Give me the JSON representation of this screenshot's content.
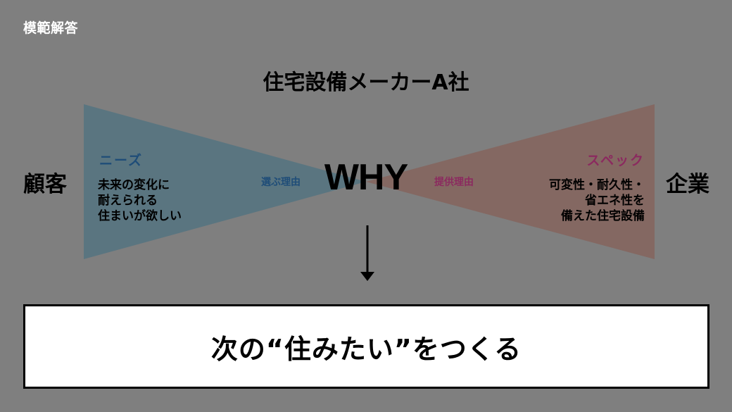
{
  "corner_label": "模範解答",
  "title": "住宅設備メーカーA社",
  "left_party": "顧客",
  "right_party": "企業",
  "center": {
    "label": "WHY",
    "arrow": "arrow-down-icon"
  },
  "needs": {
    "heading": "ニーズ",
    "lines": [
      "未来の変化に",
      "耐えられる",
      "住まいが欲しい"
    ],
    "reason_label": "選ぶ理由"
  },
  "spec": {
    "heading": "スペック",
    "lines": [
      "可変性・耐久性・",
      "省エネ性を",
      "備えた住宅設備"
    ],
    "reason_label": "提供理由"
  },
  "result": {
    "text": "次の“住みたい”をつくる"
  },
  "colors": {
    "background": "#7f7f7f",
    "needs_triangle": "#5a7580",
    "spec_triangle": "#846862",
    "needs_accent": "#1f4d78",
    "spec_accent": "#8b2a5f",
    "corner_label": "#ffffff",
    "result_box": "#ffffff"
  }
}
